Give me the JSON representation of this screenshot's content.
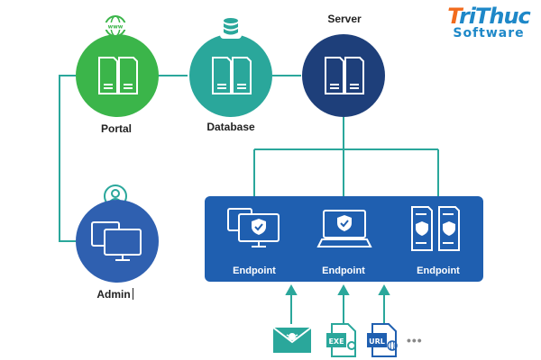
{
  "logo": {
    "line1": "TriThuc",
    "line2": "Software"
  },
  "nodes": {
    "portal": {
      "label": "Portal",
      "badge": "www",
      "color": "#3bb54a"
    },
    "database": {
      "label": "Database",
      "color": "#2aa79b"
    },
    "server": {
      "label": "Server",
      "color": "#1e3f7a"
    },
    "admin": {
      "label": "Admin",
      "color": "#2f60b0"
    }
  },
  "endpoints": [
    {
      "label": "Endpoint"
    },
    {
      "label": "Endpoint"
    },
    {
      "label": "Endpoint"
    }
  ],
  "inputs": {
    "exe_label": "EXE",
    "url_label": "URL",
    "more": "•••"
  },
  "colors": {
    "connector": "#2aa79b",
    "panel": "#1f5fb0",
    "accent_orange": "#f26b1d",
    "brand_blue": "#1e88c8"
  }
}
